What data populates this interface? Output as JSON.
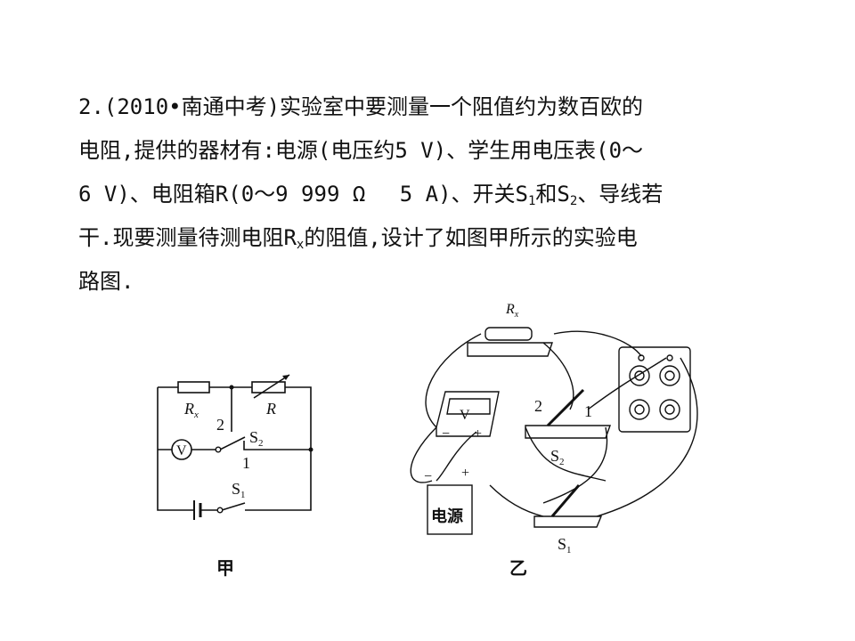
{
  "problem": {
    "line1": "2.(2010•南通中考)实验室中要测量一个阻值约为数百欧的",
    "line2": "电阻,提供的器材有:电源(电压约5 V)、学生用电压表(0～",
    "line3_a": "6 V)、电阻箱R(0～9 999 Ω　 5 A)、开关S",
    "line3_sub1": "1",
    "line3_b": "和S",
    "line3_sub2": "2",
    "line3_c": "、导线若",
    "line4_a": "干.现要测量待测电阻R",
    "line4_sub": "x",
    "line4_b": "的阻值,设计了如图甲所示的实验电",
    "line5": "路图."
  },
  "figure_jia": {
    "caption": "甲",
    "rx_label": "R",
    "rx_sub": "x",
    "r_label": "R",
    "voltmeter": "V",
    "s2_label": "S",
    "s2_sub": "2",
    "pos2": "2",
    "pos1": "1",
    "s1_label": "S",
    "s1_sub": "1"
  },
  "figure_yi": {
    "caption": "乙",
    "rx_label": "R",
    "rx_sub": "x",
    "voltmeter": "V",
    "minus": "−",
    "plus": "+",
    "s2_pos2": "2",
    "s2_pos1": "1",
    "s2_label": "S",
    "s2_sub": "2",
    "source": "电源",
    "s1_label": "S",
    "s1_sub": "1"
  }
}
